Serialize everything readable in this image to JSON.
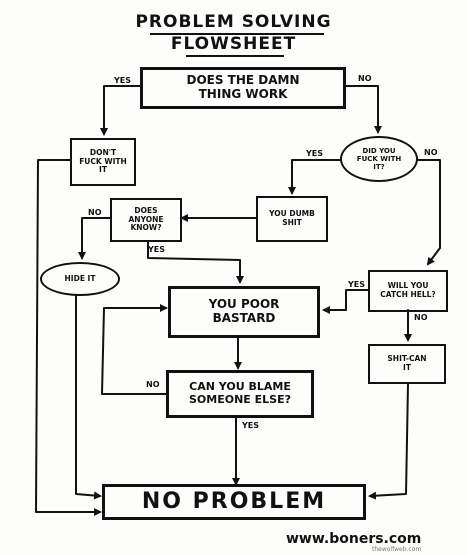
{
  "title": {
    "line1": "PROBLEM SOLVING",
    "line2": "FLOWSHEET"
  },
  "nodes": {
    "does_it_work": "DOES THE DAMN THING WORK",
    "dont_fuck": "DON'T FUCK WITH IT",
    "did_you_fuck": "DID YOU FUCK WITH IT?",
    "you_dumb_shit": "YOU DUMB SHIT",
    "does_anyone_know": "DOES ANYONE KNOW?",
    "hide_it": "HIDE IT",
    "you_poor_bastard": "YOU POOR BASTARD",
    "will_you_catch_hell": "WILL YOU CATCH HELL?",
    "can_you_blame": "CAN YOU BLAME SOMEONE ELSE?",
    "shit_can_it": "SHIT-CAN IT",
    "no_problem": "NO PROBLEM"
  },
  "edge_labels": {
    "work_yes": "YES",
    "work_no": "NO",
    "fuck_yes": "YES",
    "fuck_no": "NO",
    "anyone_no": "NO",
    "anyone_yes": "YES",
    "hell_yes": "YES",
    "hell_no": "NO",
    "blame_no": "NO",
    "blame_yes": "YES"
  },
  "footer": {
    "url": "www.boners.com",
    "watermark": "thewolfweb.com"
  }
}
